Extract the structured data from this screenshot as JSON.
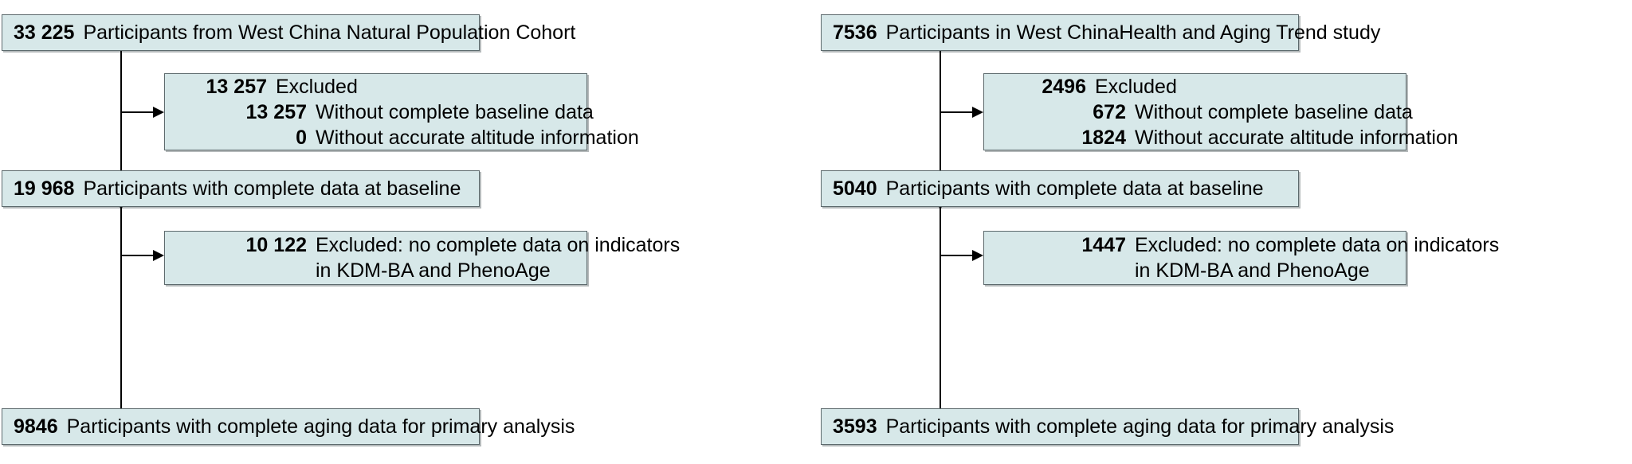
{
  "figure": {
    "type": "flow-diagram",
    "title": "Participant flow diagram",
    "colors": {
      "box_fill": "#d7e8e9",
      "box_border": "#5d6a6d",
      "connector": "#000000",
      "text": "#000000"
    }
  },
  "columns": [
    {
      "id": "west-china-natural-population-cohort",
      "enrollment": {
        "count": "33 225",
        "label": "Participants from West China Natural Population Cohort"
      },
      "exclusion_1": {
        "total_count": "13 257",
        "total_label": "Excluded",
        "reasons": [
          {
            "count": "13 257",
            "label": "Without complete baseline data"
          },
          {
            "count": "0",
            "label": "Without accurate altitude information"
          }
        ]
      },
      "baseline": {
        "count": "19 968",
        "label": "Participants with complete data at baseline"
      },
      "exclusion_2": {
        "count": "10 122",
        "label": "Excluded: no complete data on indicators\nin KDM-BA and PhenoAge"
      },
      "final": {
        "count": "9846",
        "label": "Participants with complete aging data for primary analysis"
      }
    },
    {
      "id": "west-china-health-and-aging-trend-study",
      "enrollment": {
        "count": "7536",
        "label": "Participants in West ChinaHealth and Aging Trend study"
      },
      "exclusion_1": {
        "total_count": "2496",
        "total_label": "Excluded",
        "reasons": [
          {
            "count": "672",
            "label": "Without complete baseline data"
          },
          {
            "count": "1824",
            "label": "Without accurate altitude information"
          }
        ]
      },
      "baseline": {
        "count": "5040",
        "label": "Participants with complete data at baseline"
      },
      "exclusion_2": {
        "count": "1447",
        "label": "Excluded: no complete data on indicators\nin KDM-BA and PhenoAge"
      },
      "final": {
        "count": "3593",
        "label": "Participants with complete aging data for primary analysis"
      }
    }
  ]
}
